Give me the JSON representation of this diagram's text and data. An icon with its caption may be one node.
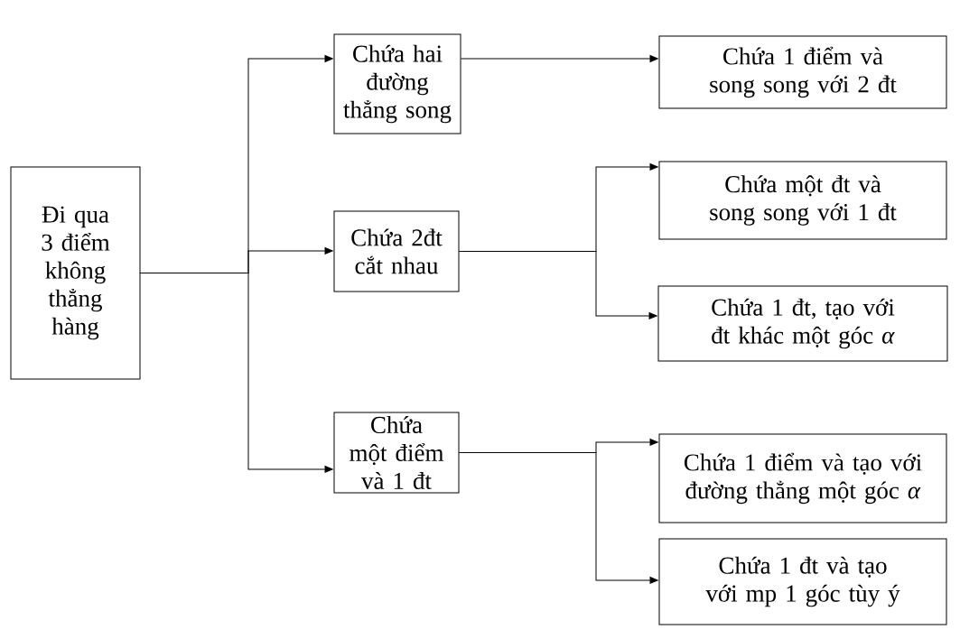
{
  "diagram": {
    "nodes": [
      {
        "text": [
          "Đi qua 3 điểm không thẳng hàng"
        ]
      },
      {
        "text": [
          "Chứa hai đường thẳng song"
        ]
      },
      {
        "text": [
          "Chứa 2đt cắt nhau"
        ]
      },
      {
        "text": [
          "Chứa một điểm và 1 đt"
        ]
      },
      {
        "text": [
          "Chứa 1 điểm và song song với 2 đt"
        ]
      },
      {
        "text": [
          "Chứa một đt và song song với 1 đt"
        ]
      },
      {
        "text": [
          "Chứa 1 đt, tạo với đt khác một góc *α*"
        ]
      },
      {
        "text": [
          "Chứa 1 điểm và tạo với đường thẳng một góc *α*"
        ]
      },
      {
        "text": [
          "Chứa 1 đt và tạo với mp 1 góc tùy ý"
        ]
      }
    ],
    "edges": [
      {
        "from": 0,
        "to": 1,
        "arrow": "to"
      },
      {
        "from": 0,
        "to": 2,
        "arrow": "to"
      },
      {
        "from": 0,
        "to": 3,
        "arrow": "to"
      },
      {
        "from": 1,
        "to": 4,
        "arrow": "to"
      },
      {
        "from": 2,
        "to": 5,
        "arrow": "to"
      },
      {
        "from": 2,
        "to": 6,
        "arrow": "to"
      },
      {
        "from": 3,
        "to": 7,
        "arrow": "to"
      },
      {
        "from": 3,
        "to": 8,
        "arrow": "to"
      }
    ]
  }
}
